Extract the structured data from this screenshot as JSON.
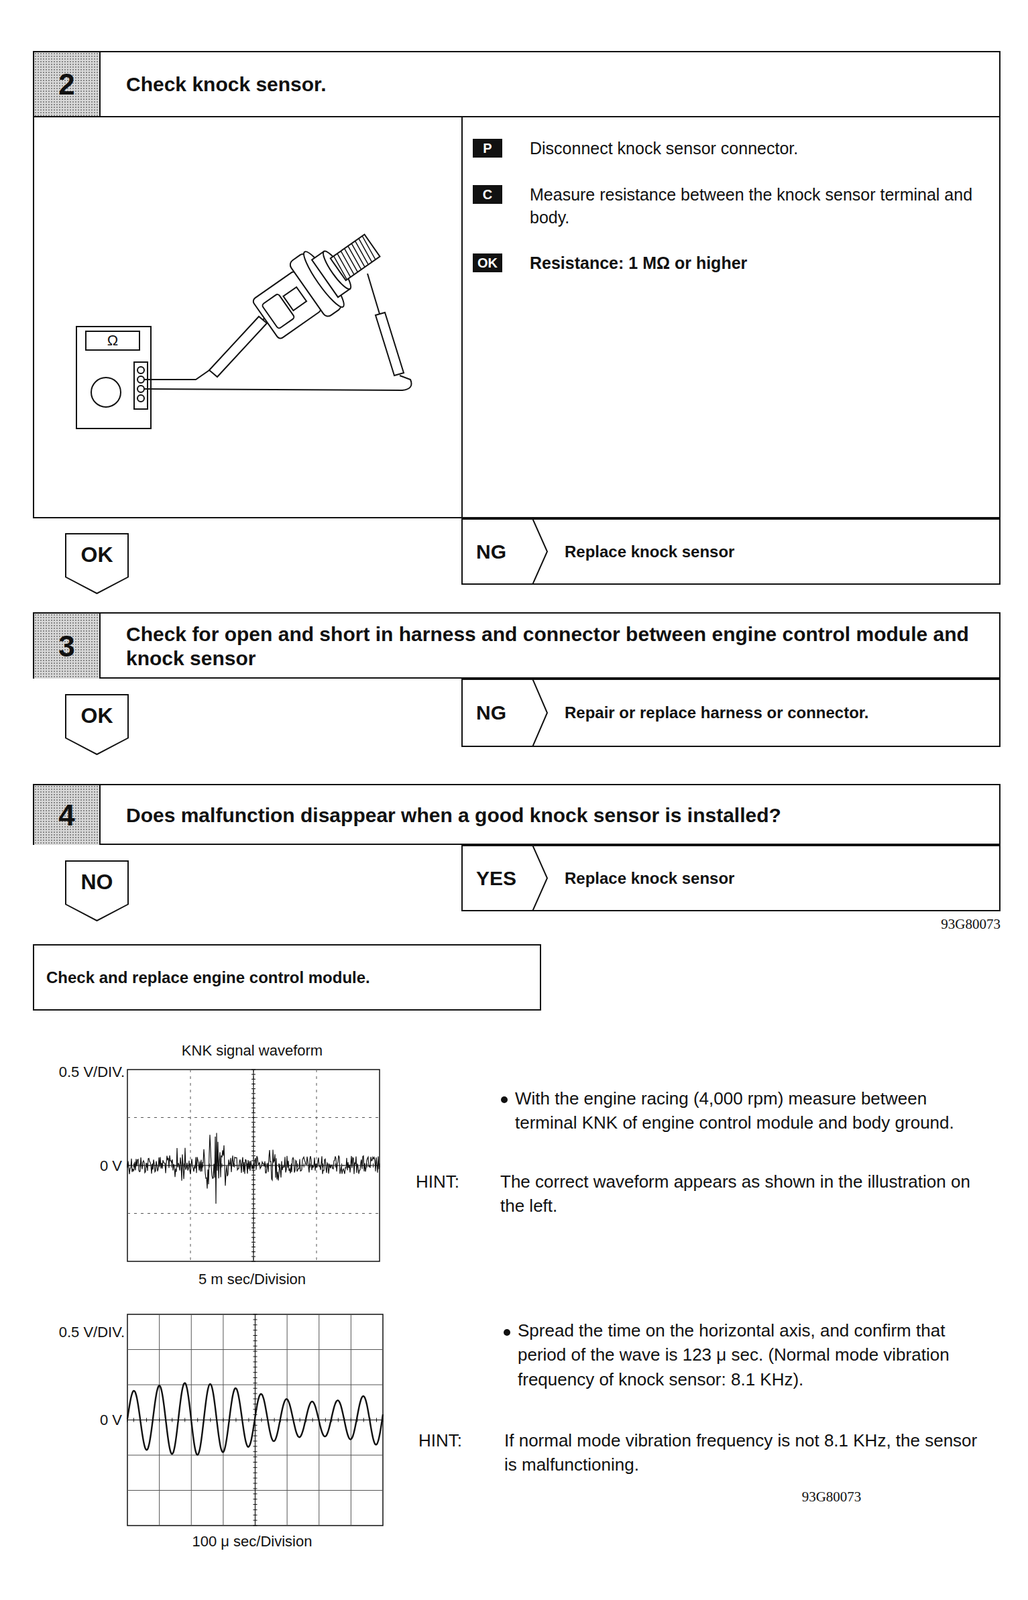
{
  "diagram": {
    "nodes": [
      {
        "text": [
          "2",
          "Check knock sensor.",
          "P",
          "Disconnect knock sensor connector.",
          "C",
          "Measure resistance between the knock sensor terminal and body.",
          "OK",
          "Resistance: 1 MΩ or higher"
        ]
      },
      {
        "text": [
          "OK"
        ]
      },
      {
        "text": [
          "NG",
          "Replace knock sensor"
        ]
      },
      {
        "text": [
          "3",
          "Check for open and short in harness and connector between engine control module and knock sensor"
        ]
      },
      {
        "text": [
          "OK"
        ]
      },
      {
        "text": [
          "NG",
          "Repair or replace harness or connector."
        ]
      },
      {
        "text": [
          "4",
          "Does malfunction disappear when a good knock sensor is installed?"
        ]
      },
      {
        "text": [
          "NO"
        ]
      },
      {
        "text": [
          "YES",
          "Replace knock sensor"
        ]
      },
      {
        "text": [
          "Check and replace engine control module."
        ]
      }
    ],
    "labels": [
      "Ω",
      "93G80073",
      "0.5 V/DIV.",
      "KNK signal waveform",
      "0 V",
      "5 m sec/Division",
      "With the engine racing (4,000 rpm) measure between terminal KNK of engine control module and body ground.",
      "HINT:",
      "The correct waveform appears as shown in the illustration on the left.",
      "0.5 V/DIV.",
      "0 V",
      "100 μ sec/Division",
      "Spread the time on the horizontal axis, and confirm that period of the wave is 123 μ sec. (Normal mode vibration frequency of knock sensor: 8.1 KHz).",
      "HINT:",
      "If normal mode vibration frequency is not 8.1 KHz, the sensor is malfunctioning.",
      "93G80073"
    ]
  }
}
